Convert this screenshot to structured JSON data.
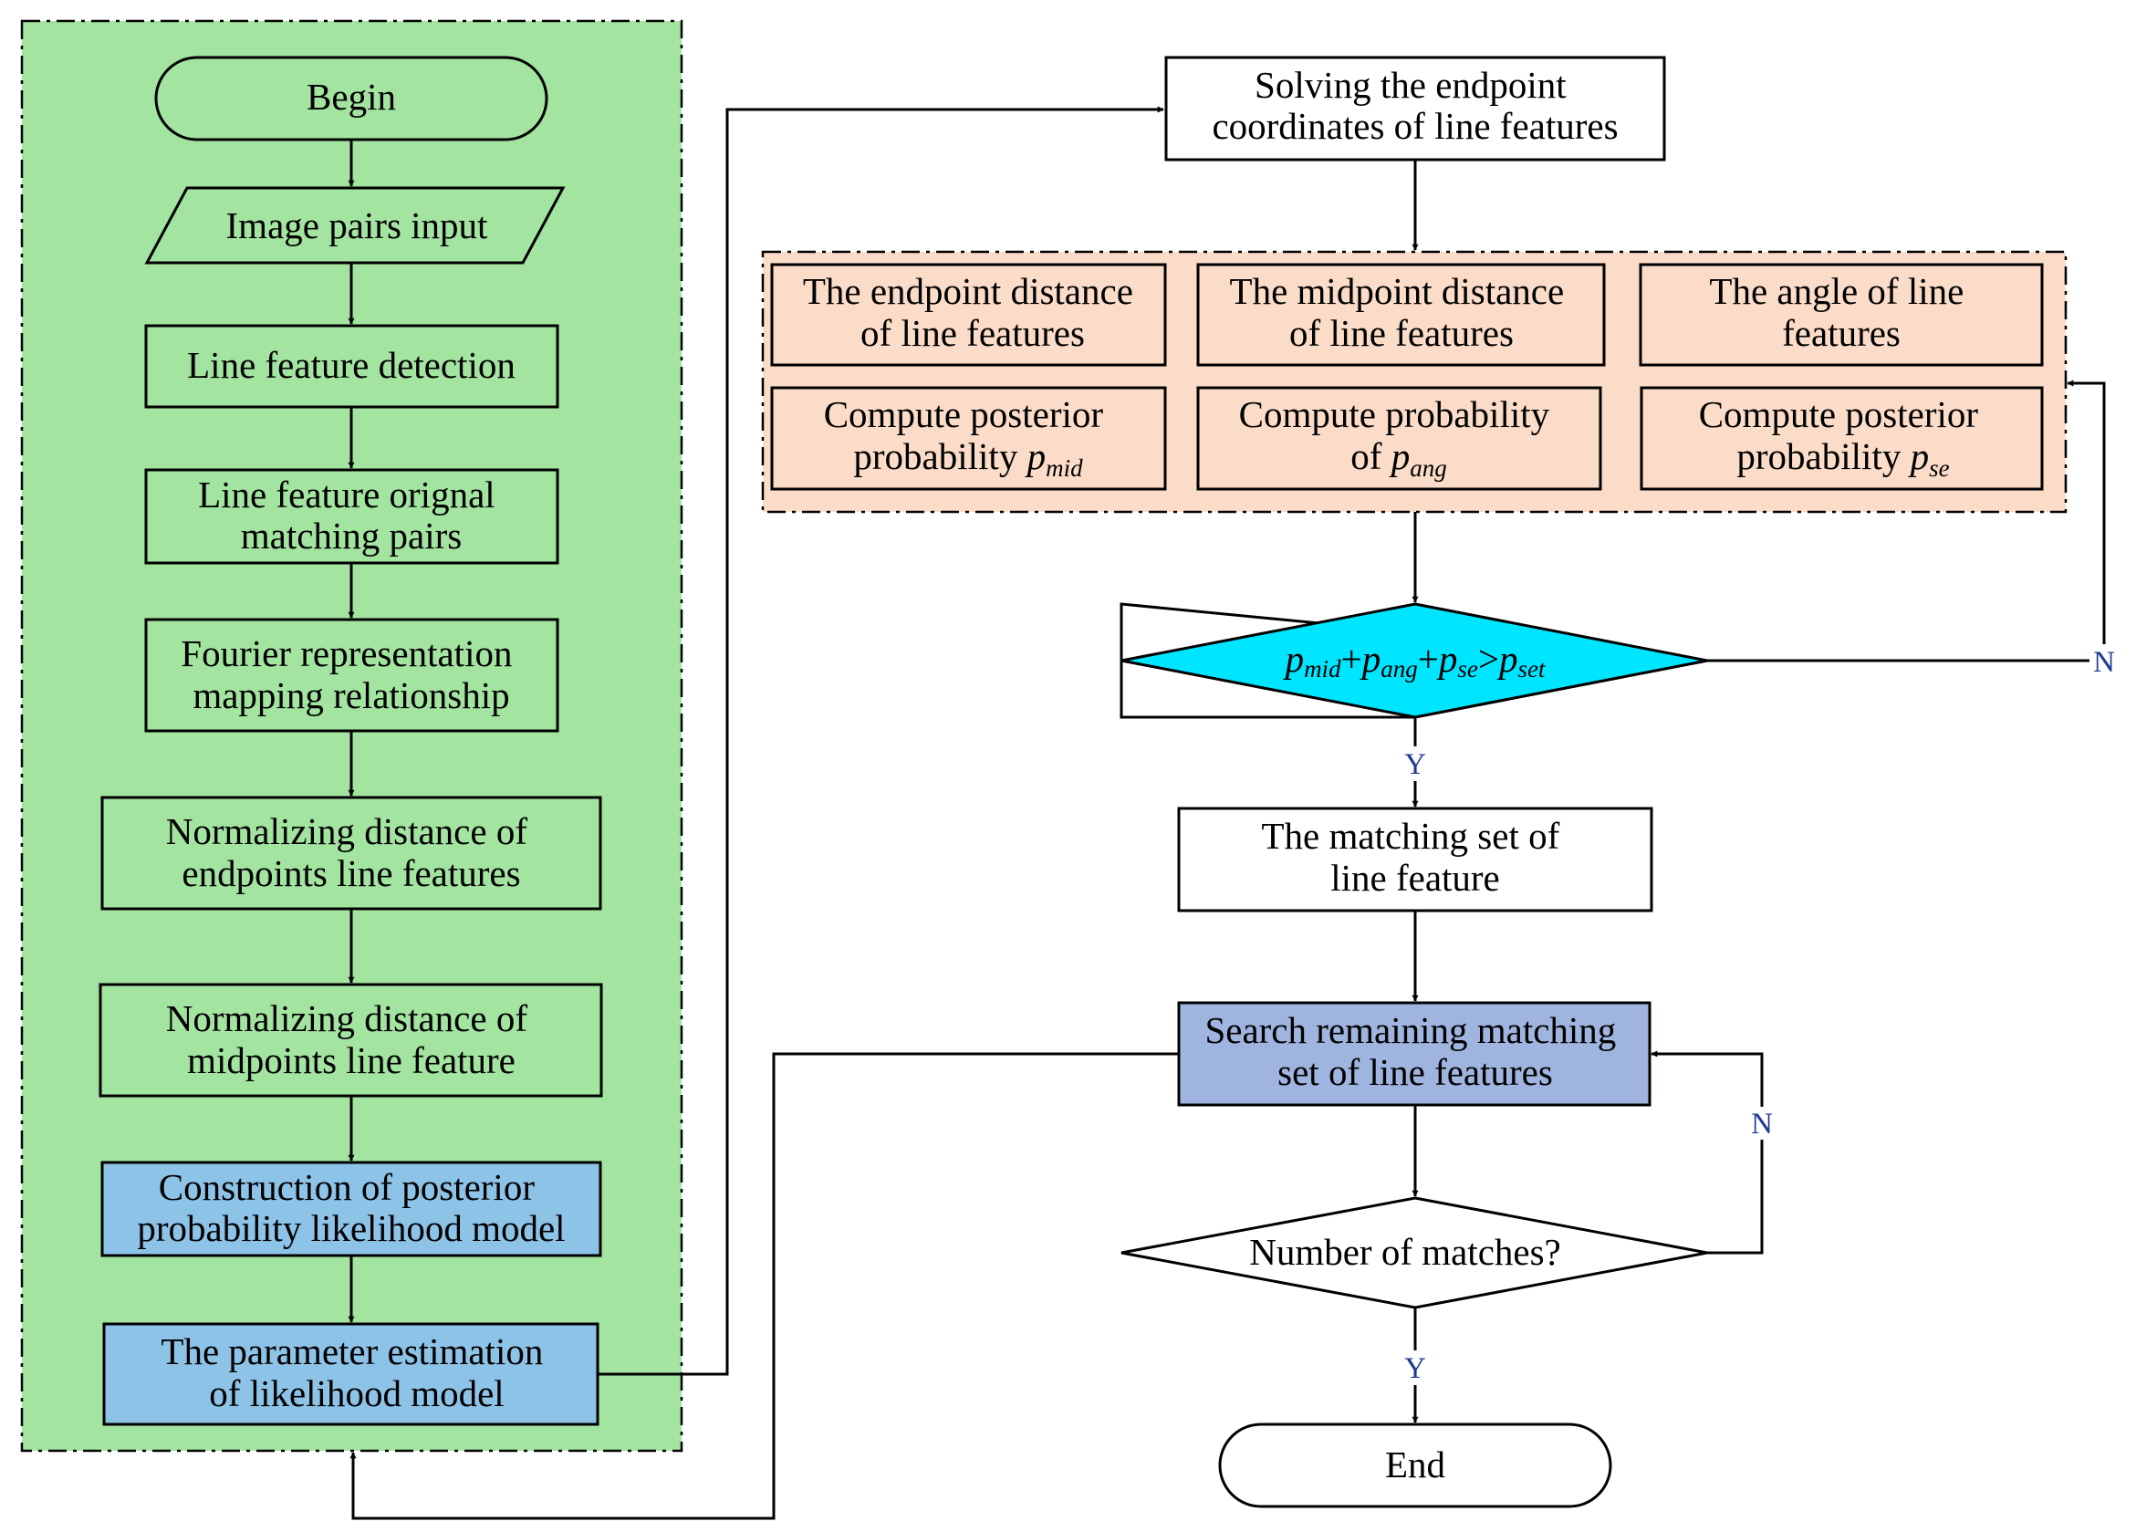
{
  "nodes": {
    "begin": "Begin",
    "image_input": "Image pairs input",
    "line_detection": "Line feature detection",
    "orig_pairs": [
      "Line feature orignal",
      "matching pairs"
    ],
    "fourier": [
      "Fourier representation",
      "mapping relationship"
    ],
    "norm_endpoints": [
      "Normalizing distance of",
      "endpoints line features"
    ],
    "norm_midpoints": [
      "Normalizing distance of",
      "midpoints line feature"
    ],
    "construction": [
      "Construction of posterior",
      "probability likelihood model"
    ],
    "param_est": [
      "The parameter estimation",
      "of likelihood model"
    ],
    "solving": [
      "Solving the endpoint",
      "coordinates of line features"
    ],
    "endpoint_dist": [
      "The endpoint distance",
      "of line features"
    ],
    "midpoint_dist": [
      "The midpoint distance",
      "of  line features"
    ],
    "angle": [
      "The angle of line",
      "features"
    ],
    "post_mid": {
      "l1": "Compute posterior",
      "l2": "probability ",
      "sym": "p",
      "sub": "mid"
    },
    "prob_ang": {
      "l1": "Compute probability",
      "l2": "of  ",
      "sym": "p",
      "sub": "ang"
    },
    "post_se": {
      "l1": "Compute posterior",
      "l2": "probability ",
      "sym": "p",
      "sub": "se"
    },
    "decision1": {
      "p": "p",
      "s1": "mid",
      "plus": "+",
      "s2": "ang",
      "s3": "se",
      "gt": ">",
      "s4": "set"
    },
    "matching_set": [
      "The matching set of",
      "line feature"
    ],
    "search": [
      "Search remaining matching",
      "set of line features"
    ],
    "decision2": "Number of matches?",
    "end": "End"
  },
  "labels": {
    "yes": "Y",
    "no": "N"
  },
  "colors": {
    "green_panel": "#a3e4a1",
    "peach": "#fbdcc8",
    "light_blue": "#8ec3e8",
    "periwinkle": "#9fb5e0",
    "cyan": "#00e5ff"
  }
}
